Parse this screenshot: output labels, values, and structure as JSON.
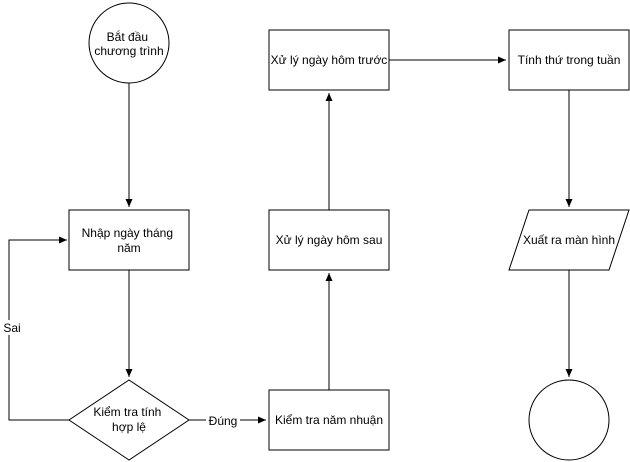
{
  "nodes": {
    "start": {
      "lines": [
        "Bắt đầu",
        "chương trình"
      ]
    },
    "input_date": {
      "lines": [
        "Nhập ngày tháng",
        "năm"
      ]
    },
    "check_valid": {
      "lines": [
        "Kiểm tra tính",
        "hợp lệ"
      ]
    },
    "check_leap": {
      "lines": [
        "Kiểm tra năm nhuận"
      ]
    },
    "next_day": {
      "lines": [
        "Xử lý ngày hôm sau"
      ]
    },
    "prev_day": {
      "lines": [
        "Xử lý ngày hôm trước"
      ]
    },
    "weekday": {
      "lines": [
        "Tính thứ trong tuần"
      ]
    },
    "output": {
      "lines": [
        "Xuất ra màn hình"
      ]
    },
    "end": {
      "lines": []
    }
  },
  "edges": {
    "yes_label": "Đúng",
    "no_label": "Sai"
  }
}
